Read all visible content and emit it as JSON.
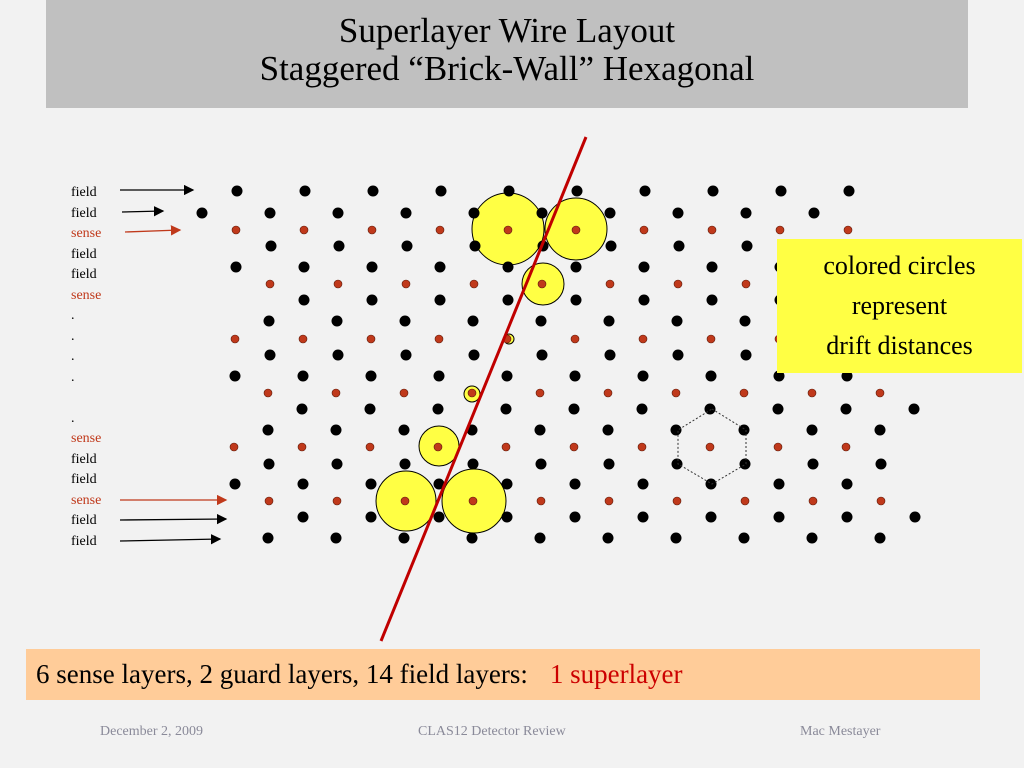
{
  "title": {
    "line1": "Superlayer Wire Layout",
    "line2": "Staggered “Brick-Wall” Hexagonal"
  },
  "layer_labels": [
    {
      "text": "field",
      "kind": "field"
    },
    {
      "text": "field",
      "kind": "field"
    },
    {
      "text": "sense",
      "kind": "sense"
    },
    {
      "text": "field",
      "kind": "field"
    },
    {
      "text": "field",
      "kind": "field"
    },
    {
      "text": "sense",
      "kind": "sense"
    },
    {
      "text": ".",
      "kind": "dot"
    },
    {
      "text": ".",
      "kind": "dot"
    },
    {
      "text": ".",
      "kind": "dot"
    },
    {
      "text": ".",
      "kind": "dot"
    },
    {
      "text": "",
      "kind": "dot"
    },
    {
      "text": ".",
      "kind": "dot"
    },
    {
      "text": "sense",
      "kind": "sense"
    },
    {
      "text": "field",
      "kind": "field"
    },
    {
      "text": "field",
      "kind": "field"
    },
    {
      "text": "sense",
      "kind": "sense"
    },
    {
      "text": "field",
      "kind": "field"
    },
    {
      "text": "field",
      "kind": "field"
    }
  ],
  "note": {
    "line1": "colored circles",
    "line2": "represent",
    "line3": "drift distances"
  },
  "summary": {
    "main": "6 sense layers, 2 guard layers, 14 field layers:",
    "accent": "1 superlayer"
  },
  "footer": {
    "date": "December 2, 2009",
    "event": "CLAS12  Detector Review",
    "author": "Mac Mestayer"
  },
  "colors": {
    "field_wire": "#000000",
    "sense_wire": "#c0391b",
    "drift_circle": "#ffff44",
    "track": "#c00000",
    "note_bg": "#ffff44",
    "summary_bg": "#ffcc99",
    "title_bg": "#c0c0c0"
  }
}
